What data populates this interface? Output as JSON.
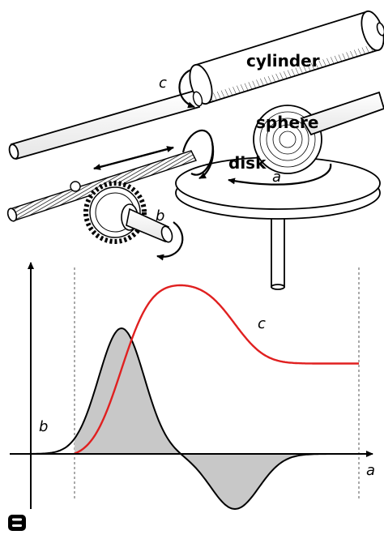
{
  "mechanism": {
    "labels": {
      "cylinder": "cylinder",
      "sphere": "sphere",
      "disk": "disk",
      "cylinder_rotation": "c",
      "disk_rotation": "a",
      "gear_rotation": "b"
    }
  },
  "plot": {
    "curve_labels": {
      "input": "b",
      "integral": "c"
    },
    "axis_label": "a",
    "colors": {
      "input_curve": "#000000",
      "integral_curve": "#e02020",
      "shaded_area": "#c8c8c8"
    }
  },
  "badge": {
    "icon": "book-stack-icon"
  }
}
